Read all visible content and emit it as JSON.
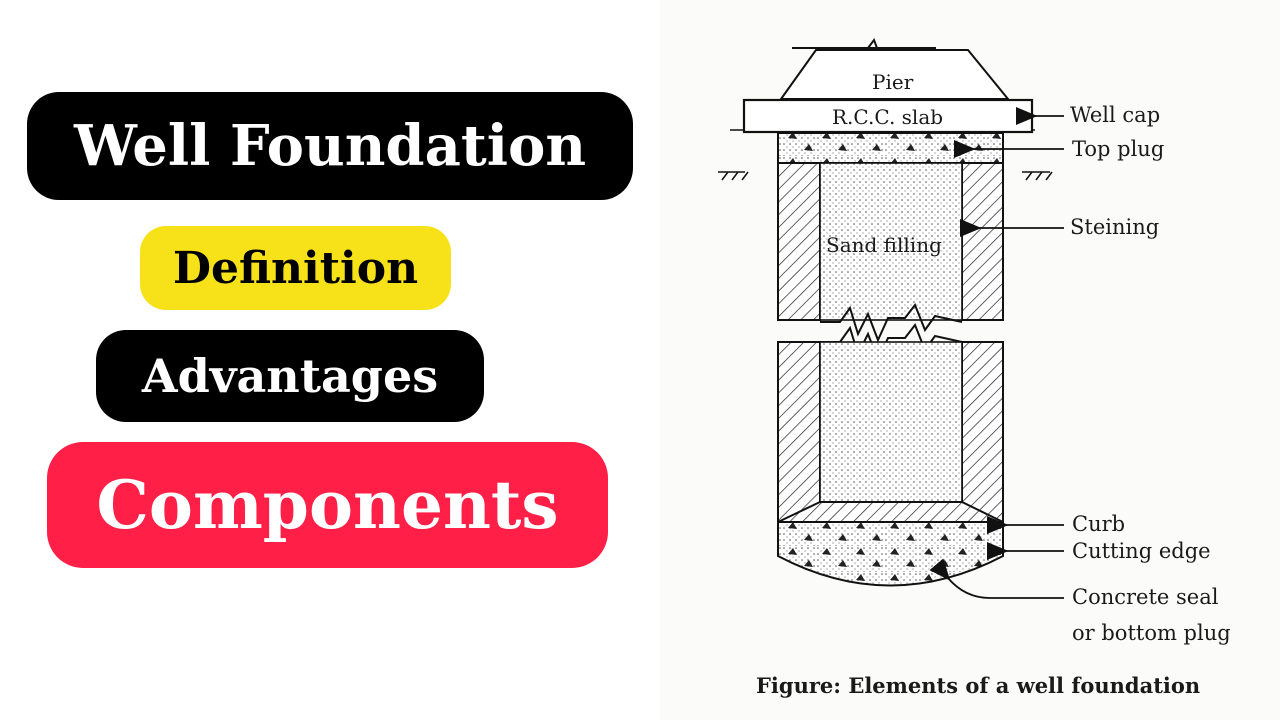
{
  "pills": {
    "title": "Well Foundation",
    "definition": "Definition",
    "advantages": "Advantages",
    "components": "Components"
  },
  "colors": {
    "title_bg": "#000000",
    "title_text": "#ffffff",
    "definition_bg": "#f7e21a",
    "definition_text": "#000000",
    "advantages_bg": "#000000",
    "advantages_text": "#ffffff",
    "components_bg": "#ff1f47",
    "components_text": "#ffffff"
  },
  "diagram": {
    "inner_labels": {
      "pier": "Pier",
      "rcc_slab": "R.C.C. slab",
      "sand_filling": "Sand filling"
    },
    "callouts": {
      "well_cap": "Well cap",
      "top_plug": "Top plug",
      "steining": "Steining",
      "curb": "Curb",
      "cutting_edge": "Cutting edge",
      "concrete_seal_1": "Concrete seal",
      "concrete_seal_2": "or bottom plug"
    },
    "caption": "Figure: Elements of a well foundation"
  }
}
